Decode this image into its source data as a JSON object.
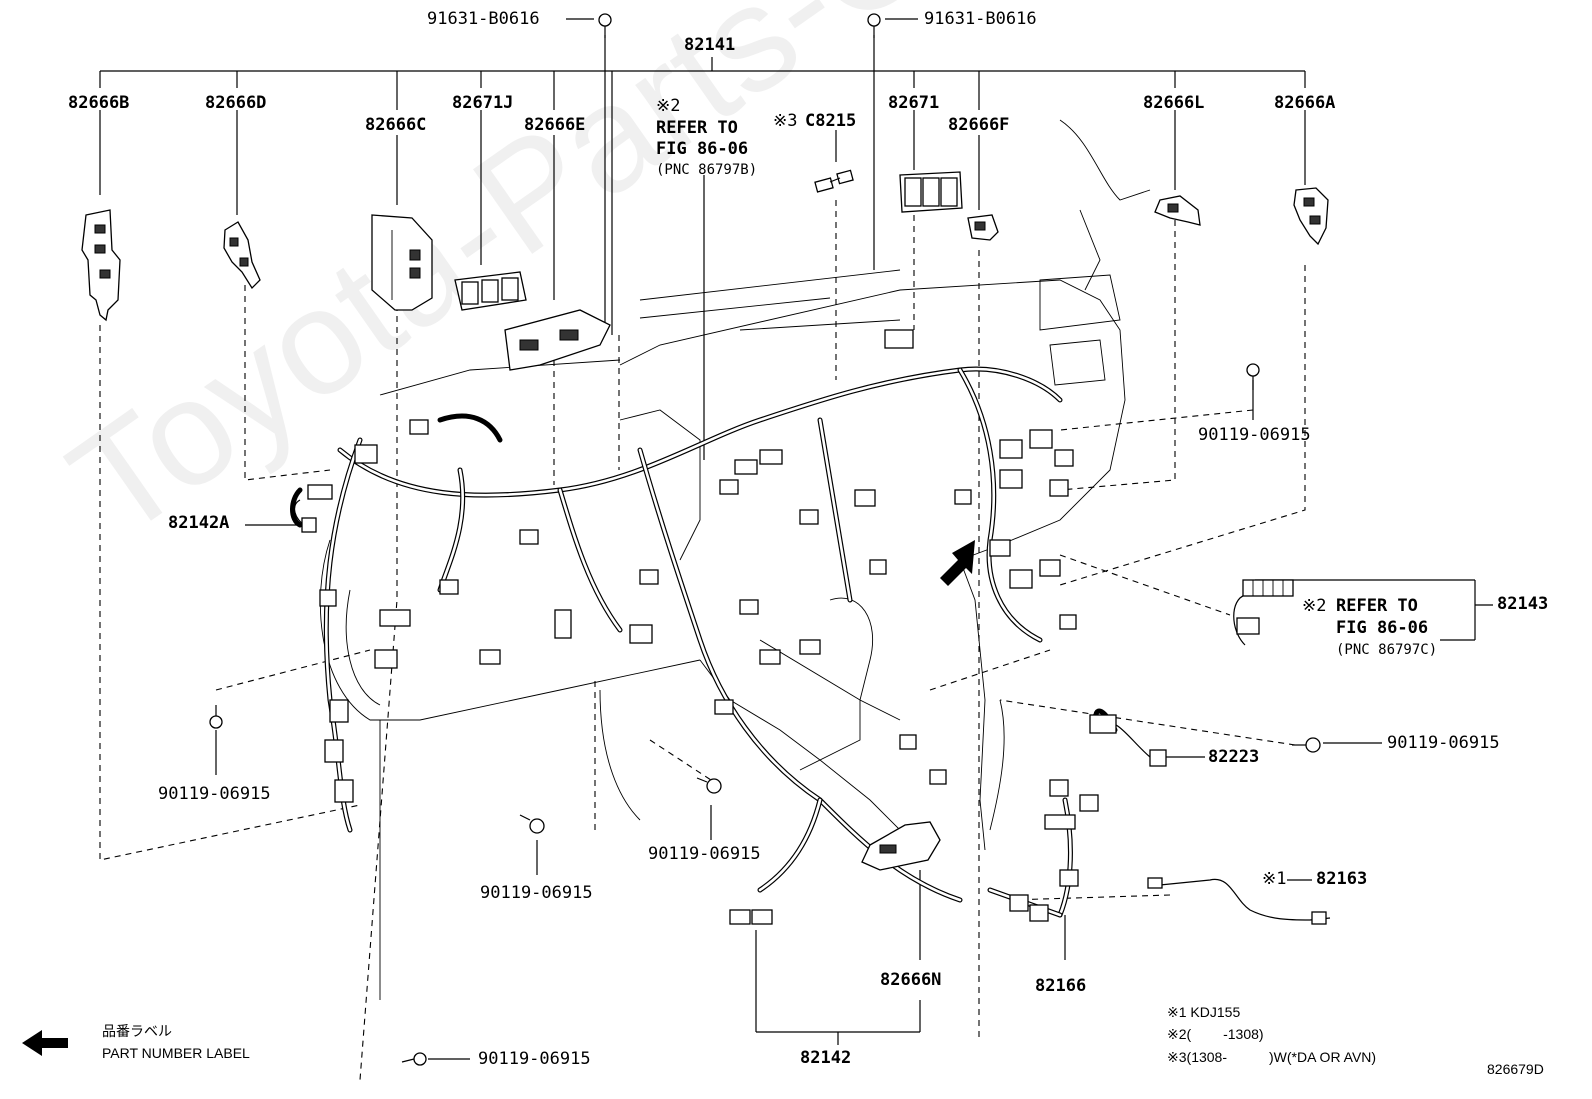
{
  "watermark": "Toyota-Parts-Online.ru",
  "figure_code": "826679D",
  "legend": {
    "jp_label": "品番ラベル",
    "en_label": "PART NUMBER LABEL"
  },
  "footnotes": [
    {
      "mark": "※1",
      "text": "KDJ155"
    },
    {
      "mark": "※2",
      "text": "(　　 -1308)"
    },
    {
      "mark": "※3",
      "text": "(1308-　　　)W(*DA OR AVN)"
    }
  ],
  "parts": {
    "p_82141": "82141",
    "p_91631_left": "91631-B0616",
    "p_91631_right": "91631-B0616",
    "p_82666B": "82666B",
    "p_82666D": "82666D",
    "p_82666C": "82666C",
    "p_82671J": "82671J",
    "p_82666E": "82666E",
    "p_82671": "82671",
    "p_82666F": "82666F",
    "p_82666L": "82666L",
    "p_82666A": "82666A",
    "p_C8215": "C8215",
    "p_82142A": "82142A",
    "p_90119_r1": "90119-06915",
    "p_82143": "82143",
    "p_90119_r2": "90119-06915",
    "p_82223": "82223",
    "p_90119_l": "90119-06915",
    "p_90119_c1": "90119-06915",
    "p_90119_c2": "90119-06915",
    "p_82163": "82163",
    "p_82666N": "82666N",
    "p_82166": "82166",
    "p_82142": "82142",
    "p_90119_b": "90119-06915"
  },
  "notes": {
    "refer_top_mark": "※2",
    "refer_top_1": "REFER TO",
    "refer_top_2": "FIG 86-06",
    "refer_top_3": "(PNC 86797B)",
    "c8215_mark": "※3",
    "refer_right_mark": "※2",
    "refer_right_1": "REFER TO",
    "refer_right_2": "FIG 86-06",
    "refer_right_3": "(PNC 86797C)",
    "p82163_mark": "※1"
  }
}
